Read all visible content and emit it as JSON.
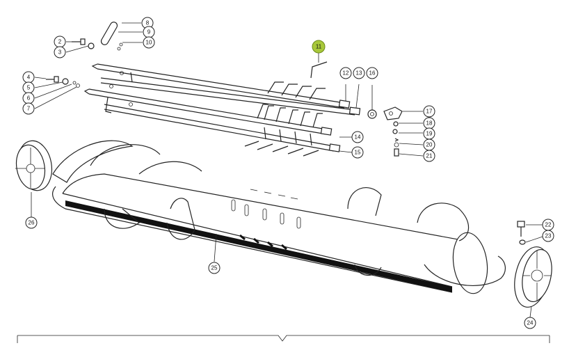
{
  "diagram": {
    "highlight_color": "#a8c83a",
    "line_color": "#222222",
    "highlighted_part": "11",
    "callouts": [
      "2",
      "3",
      "4",
      "5",
      "6",
      "7",
      "8",
      "9",
      "10",
      "11",
      "12",
      "13",
      "14",
      "15",
      "16",
      "17",
      "18",
      "19",
      "20",
      "21",
      "22",
      "23",
      "24",
      "25",
      "26"
    ]
  }
}
